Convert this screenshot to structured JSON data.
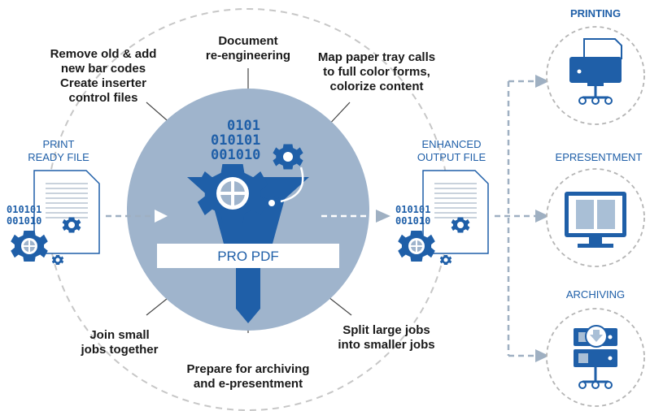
{
  "colors": {
    "primary_blue": "#1f5fa8",
    "circle_fill": "#9fb4cc",
    "dashed_gray": "#bdbdbd",
    "arrow_gray": "#9fb0c2",
    "text_dark": "#1a1a1a"
  },
  "center": {
    "binary_lines": [
      "0101",
      "010101",
      "001010"
    ],
    "banner_label": "PRO PDF"
  },
  "process_labels": {
    "document_reengineering": [
      "Document",
      "re-engineering"
    ],
    "remove_barcodes": [
      "Remove old & add",
      "new bar codes",
      "Create inserter",
      "control files"
    ],
    "map_paper_tray": [
      "Map paper tray calls",
      "to full color forms,",
      "colorize content"
    ],
    "join_small": [
      "Join small",
      "jobs together"
    ],
    "split_large": [
      "Split large jobs",
      "into smaller jobs"
    ],
    "prepare_archiving": [
      "Prepare for archiving",
      "and e-presentment"
    ]
  },
  "input_file": {
    "title": [
      "PRINT",
      "READY FILE"
    ],
    "binary_lines": [
      "010101",
      "001010"
    ]
  },
  "output_file": {
    "title": [
      "ENHANCED",
      "OUTPUT FILE"
    ],
    "binary_lines": [
      "010101",
      "001010"
    ]
  },
  "outputs": {
    "printing": "PRINTING",
    "epresentment": "EPRESENTMENT",
    "archiving": "ARCHIVING"
  },
  "icons": {
    "gear": "gear-icon",
    "funnel": "funnel-icon",
    "document": "document-icon",
    "printer": "printer-icon",
    "monitor": "monitor-icon",
    "server": "server-icon",
    "download": "download-icon"
  }
}
